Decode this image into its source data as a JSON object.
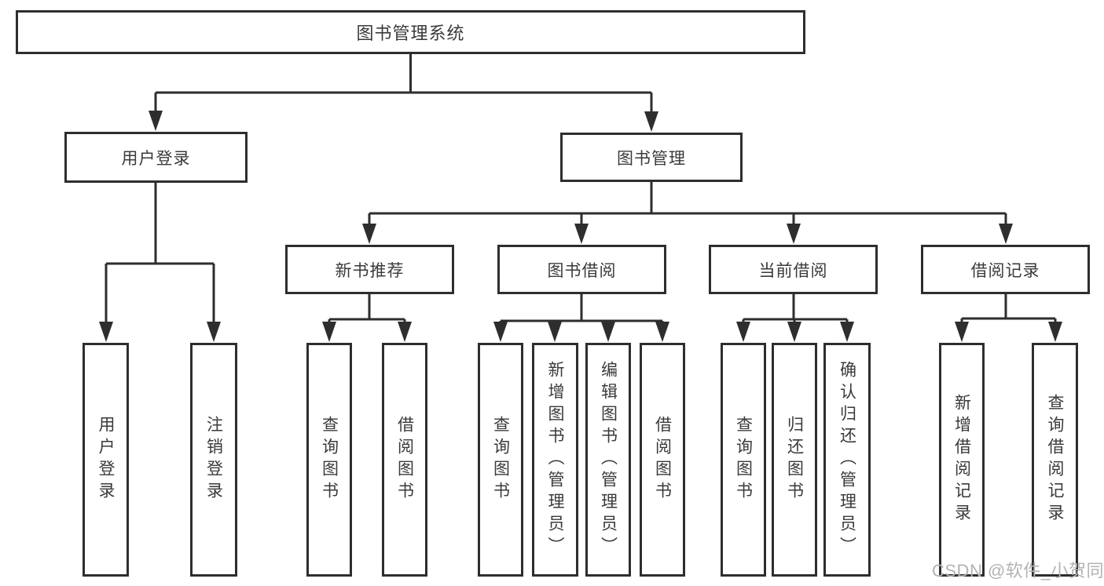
{
  "colors": {
    "line": "#2e2e2e",
    "text": "#3a3a3a",
    "box_fill": "#ffffff",
    "watermark": "#b3b3b3"
  },
  "tree": {
    "root": "图书管理系统",
    "user_login": {
      "label": "用户登录",
      "children": [
        "用户登录",
        "注销登录"
      ]
    },
    "book_mgmt": {
      "label": "图书管理",
      "sections": {
        "new_books": {
          "label": "新书推荐",
          "children": [
            "查询图书",
            "借阅图书"
          ]
        },
        "borrowing": {
          "label": "图书借阅",
          "children": [
            "查询图书",
            "新增图书（管理员）",
            "编辑图书（管理员）",
            "借阅图书"
          ]
        },
        "current": {
          "label": "当前借阅",
          "children": [
            "查询图书",
            "归还图书",
            "确认归还（管理员）"
          ]
        },
        "records": {
          "label": "借阅记录",
          "children": [
            "新增借阅记录",
            "查询借阅记录"
          ]
        }
      }
    }
  },
  "watermark": {
    "text": "CSDN @软件_小贺同学"
  }
}
